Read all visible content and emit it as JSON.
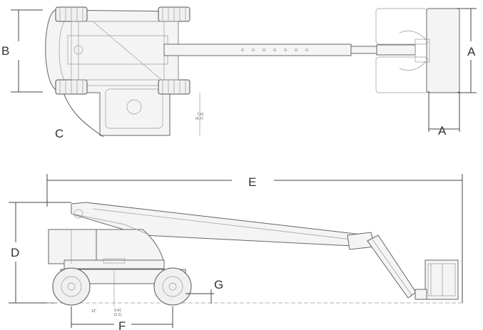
{
  "labels": {
    "A_top": "A",
    "A_bottom": "A",
    "B": "B",
    "C": "C",
    "D": "D",
    "E": "E",
    "F": "F",
    "G": "G"
  },
  "small_text": {
    "top_dim_1": "7.41",
    "top_dim_2": "(4.7)",
    "side_dim_1": "0.41",
    "side_dim_2": "(1.1)",
    "side_dim_3": "12\""
  }
}
